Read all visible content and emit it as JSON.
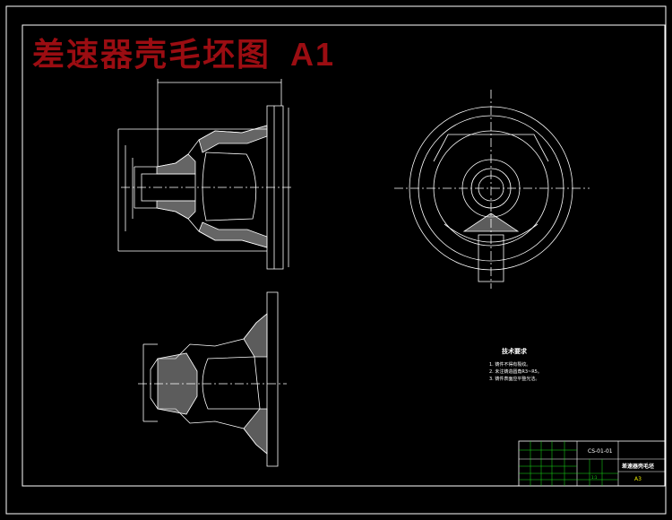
{
  "drawing": {
    "title": "差速器壳毛坯图",
    "sheet_size": "A1"
  },
  "tech_notes": {
    "heading": "技术要求",
    "items": [
      "1. 铸件不得有裂纹。",
      "2. 未注铸造圆角R3~R5。",
      "3. 铸件表面应平整光洁。"
    ]
  },
  "title_block": {
    "part_name": "差速器壳毛坯",
    "sheet_size": "A3",
    "drawing_no": "CS-01-01",
    "scale": "1:1"
  },
  "colors": {
    "background": "#000000",
    "line": "#ffffff",
    "hatch": "#d0d0d0",
    "title": "#9b0d12",
    "title_block_grid": "#19e619"
  }
}
